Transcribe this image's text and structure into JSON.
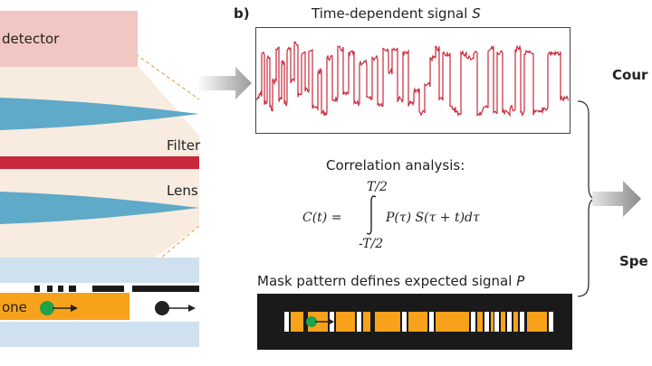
{
  "left_panel": {
    "detector_label": "detector",
    "filter_label": "Filter",
    "lens_label": "Lens",
    "zone_label": "one",
    "colors": {
      "detector": "#f2c6c2",
      "lens": "#5fa9c9",
      "filter": "#c8283b",
      "channel": "#cfe0ef",
      "zone": "#f7a21a",
      "particle_green": "#1ea34a",
      "particle_black": "#222222"
    }
  },
  "panel_b": {
    "panel_label": "b)",
    "signal_title": "Time-dependent signal",
    "signal_symbol": "S",
    "signal_color": "#c8283b",
    "correlation_title": "Correlation analysis:",
    "formula": {
      "lhs": "C(t) =",
      "upper_limit": "T/2",
      "lower_limit": "-T/2",
      "integrand": "P(τ) S(τ + t)dτ"
    },
    "mask_caption": "Mask pattern defines expected signal",
    "mask_symbol": "P",
    "mask_colors": {
      "background": "#1a1a1a",
      "stripe": "#f7a21a",
      "gap": "#ffffff"
    }
  },
  "right_panel": {
    "top_label": "Cour",
    "bottom_label": "Spe"
  }
}
